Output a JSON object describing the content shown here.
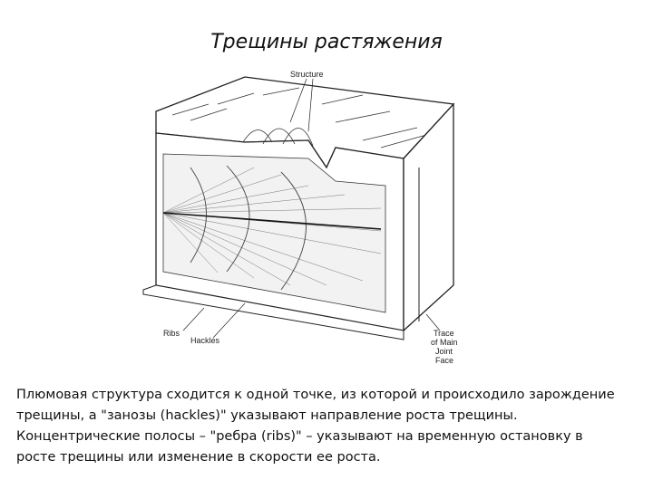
{
  "title": "Трещины растяжения",
  "diagram": {
    "labels": {
      "structure": "Structure",
      "ribs": "Ribs",
      "hackles": "Hackles",
      "trace_line1": "Trace",
      "trace_line2": "of Main",
      "trace_line3": "Joint",
      "trace_line4": "Face"
    }
  },
  "caption": {
    "line1": "Плюмовая структура сходится к одной точке, из которой и происходило зарождение",
    "line2": "трещины, а \"занозы (hackles)\" указывают направление роста трещины.",
    "line3": "Концентрические полосы – \"ребра (ribs)\" – указывают на временную остановку в",
    "line4": "росте трещины или изменение в скорости ее роста."
  }
}
